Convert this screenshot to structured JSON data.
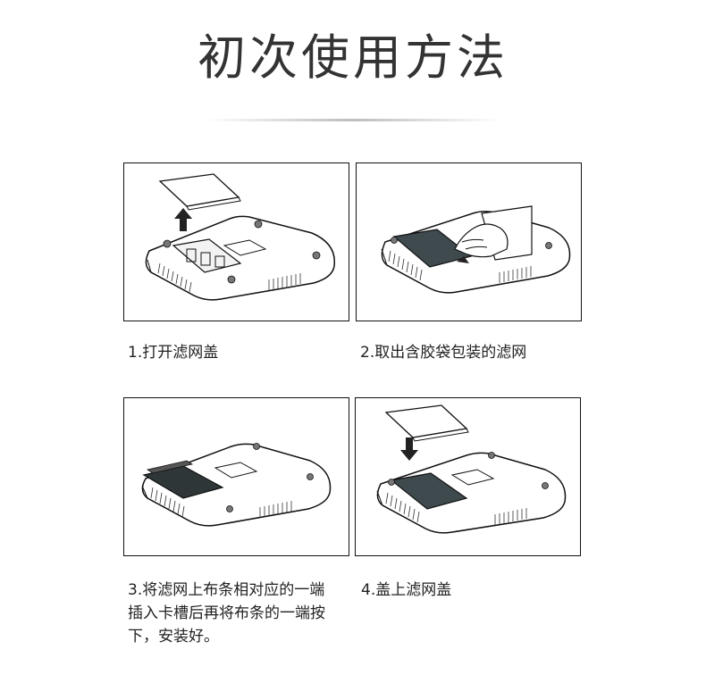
{
  "page": {
    "title": "初次使用方法"
  },
  "steps": [
    {
      "caption": "1.打开滤网盖"
    },
    {
      "caption": "2.取出含胶袋包装的滤网"
    },
    {
      "caption_lines": [
        "3.将滤网上布条相对应的一端",
        "插入卡槽后再将布条的一端按",
        "下，安装好。"
      ]
    },
    {
      "caption": "4.盖上滤网盖"
    }
  ],
  "colors": {
    "outline": "#111111",
    "filter_fill": "#3f4a4e",
    "arrow": "#222222"
  }
}
